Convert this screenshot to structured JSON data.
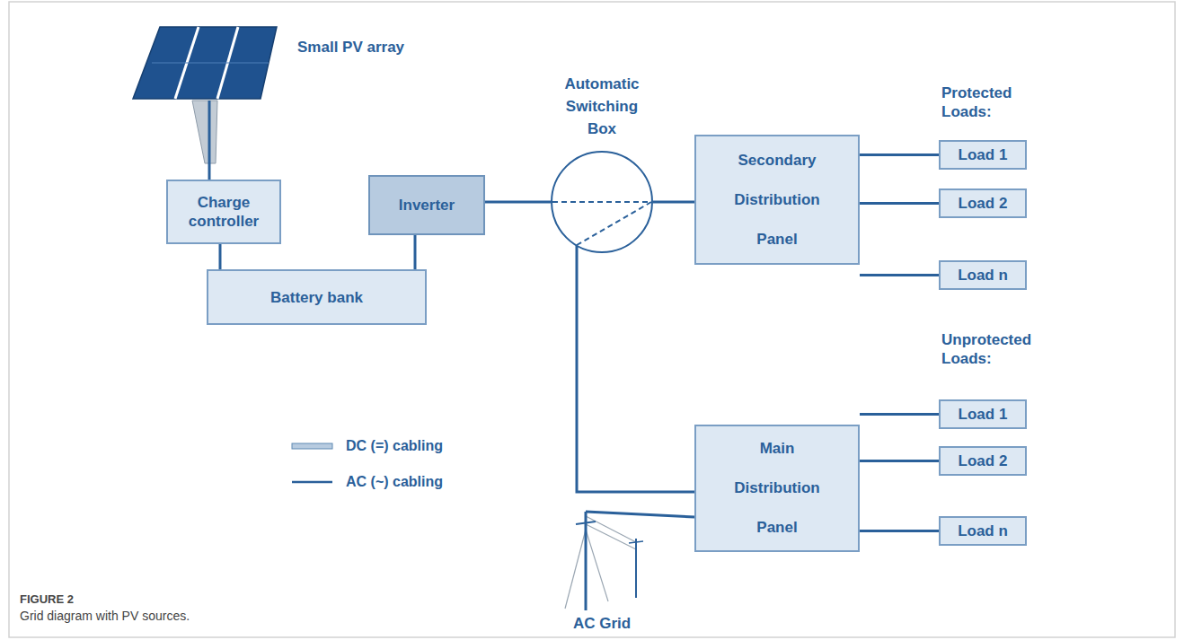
{
  "diagram": {
    "caption": "Grid diagram with PV sources.",
    "nodes": [
      {
        "text": [
          "Small PV array"
        ]
      },
      {
        "text": [
          "Charge controller"
        ]
      },
      {
        "text": [
          "Inverter"
        ]
      },
      {
        "text": [
          "Automatic Switching Box"
        ]
      },
      {
        "text": [
          "Secondary Distribution Panel"
        ]
      },
      {
        "text": [
          "Load 1"
        ]
      },
      {
        "text": [
          "Load 2"
        ]
      },
      {
        "text": [
          "Load n"
        ]
      },
      {
        "text": [
          "Battery bank"
        ]
      },
      {
        "text": [
          "Main Distribution Panel"
        ]
      },
      {
        "text": [
          "Load 1"
        ]
      },
      {
        "text": [
          "Load 2"
        ]
      },
      {
        "text": [
          "Load n"
        ]
      },
      {
        "text": [
          "AC Grid"
        ]
      }
    ],
    "edges": [
      {
        "from": 0,
        "to": 1,
        "arrow": "none"
      },
      {
        "from": 1,
        "to": 8,
        "arrow": "none"
      },
      {
        "from": 8,
        "to": 2,
        "arrow": "none"
      },
      {
        "from": 2,
        "to": 3,
        "arrow": "none"
      },
      {
        "from": 3,
        "to": 4,
        "arrow": "none"
      },
      {
        "from": 3,
        "to": 9,
        "arrow": "none"
      },
      {
        "from": 4,
        "to": 5,
        "arrow": "none"
      },
      {
        "from": 4,
        "to": 6,
        "arrow": "none"
      },
      {
        "from": 4,
        "to": 7,
        "arrow": "none"
      },
      {
        "from": 9,
        "to": 10,
        "arrow": "none"
      },
      {
        "from": 9,
        "to": 11,
        "arrow": "none"
      },
      {
        "from": 9,
        "to": 12,
        "arrow": "none"
      },
      {
        "from": 13,
        "to": 9,
        "arrow": "none"
      }
    ],
    "labels": [
      "Protected Loads:",
      "Unprotected Loads:",
      "FIGURE 2"
    ],
    "legend": [
      {
        "text": "DC (=) cabling"
      },
      {
        "text": "AC (~) cabling"
      }
    ]
  }
}
